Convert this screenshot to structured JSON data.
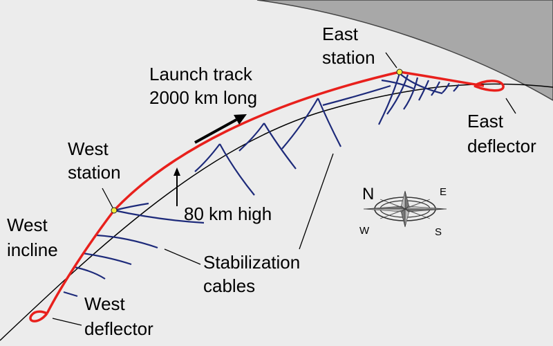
{
  "labels": {
    "east_station": [
      "East",
      "station"
    ],
    "launch_track": [
      "Launch track",
      "2000 km long"
    ],
    "west_station": [
      "West",
      "station"
    ],
    "east_deflector": [
      "East",
      "deflector"
    ],
    "west_incline": [
      "West",
      "incline"
    ],
    "height": "80 km high",
    "stabilization_cables": [
      "Stabilization",
      "cables"
    ],
    "west_deflector": [
      "West",
      "deflector"
    ]
  },
  "compass": {
    "n": "N",
    "e": "E",
    "w": "W",
    "s": "S"
  },
  "colors": {
    "background": "#ececec",
    "space_region": "#a8a8a8",
    "track": "#e8201c",
    "cables": "#1d2a7a",
    "station_marker": "#f5ec3a",
    "lines": "#000000"
  }
}
